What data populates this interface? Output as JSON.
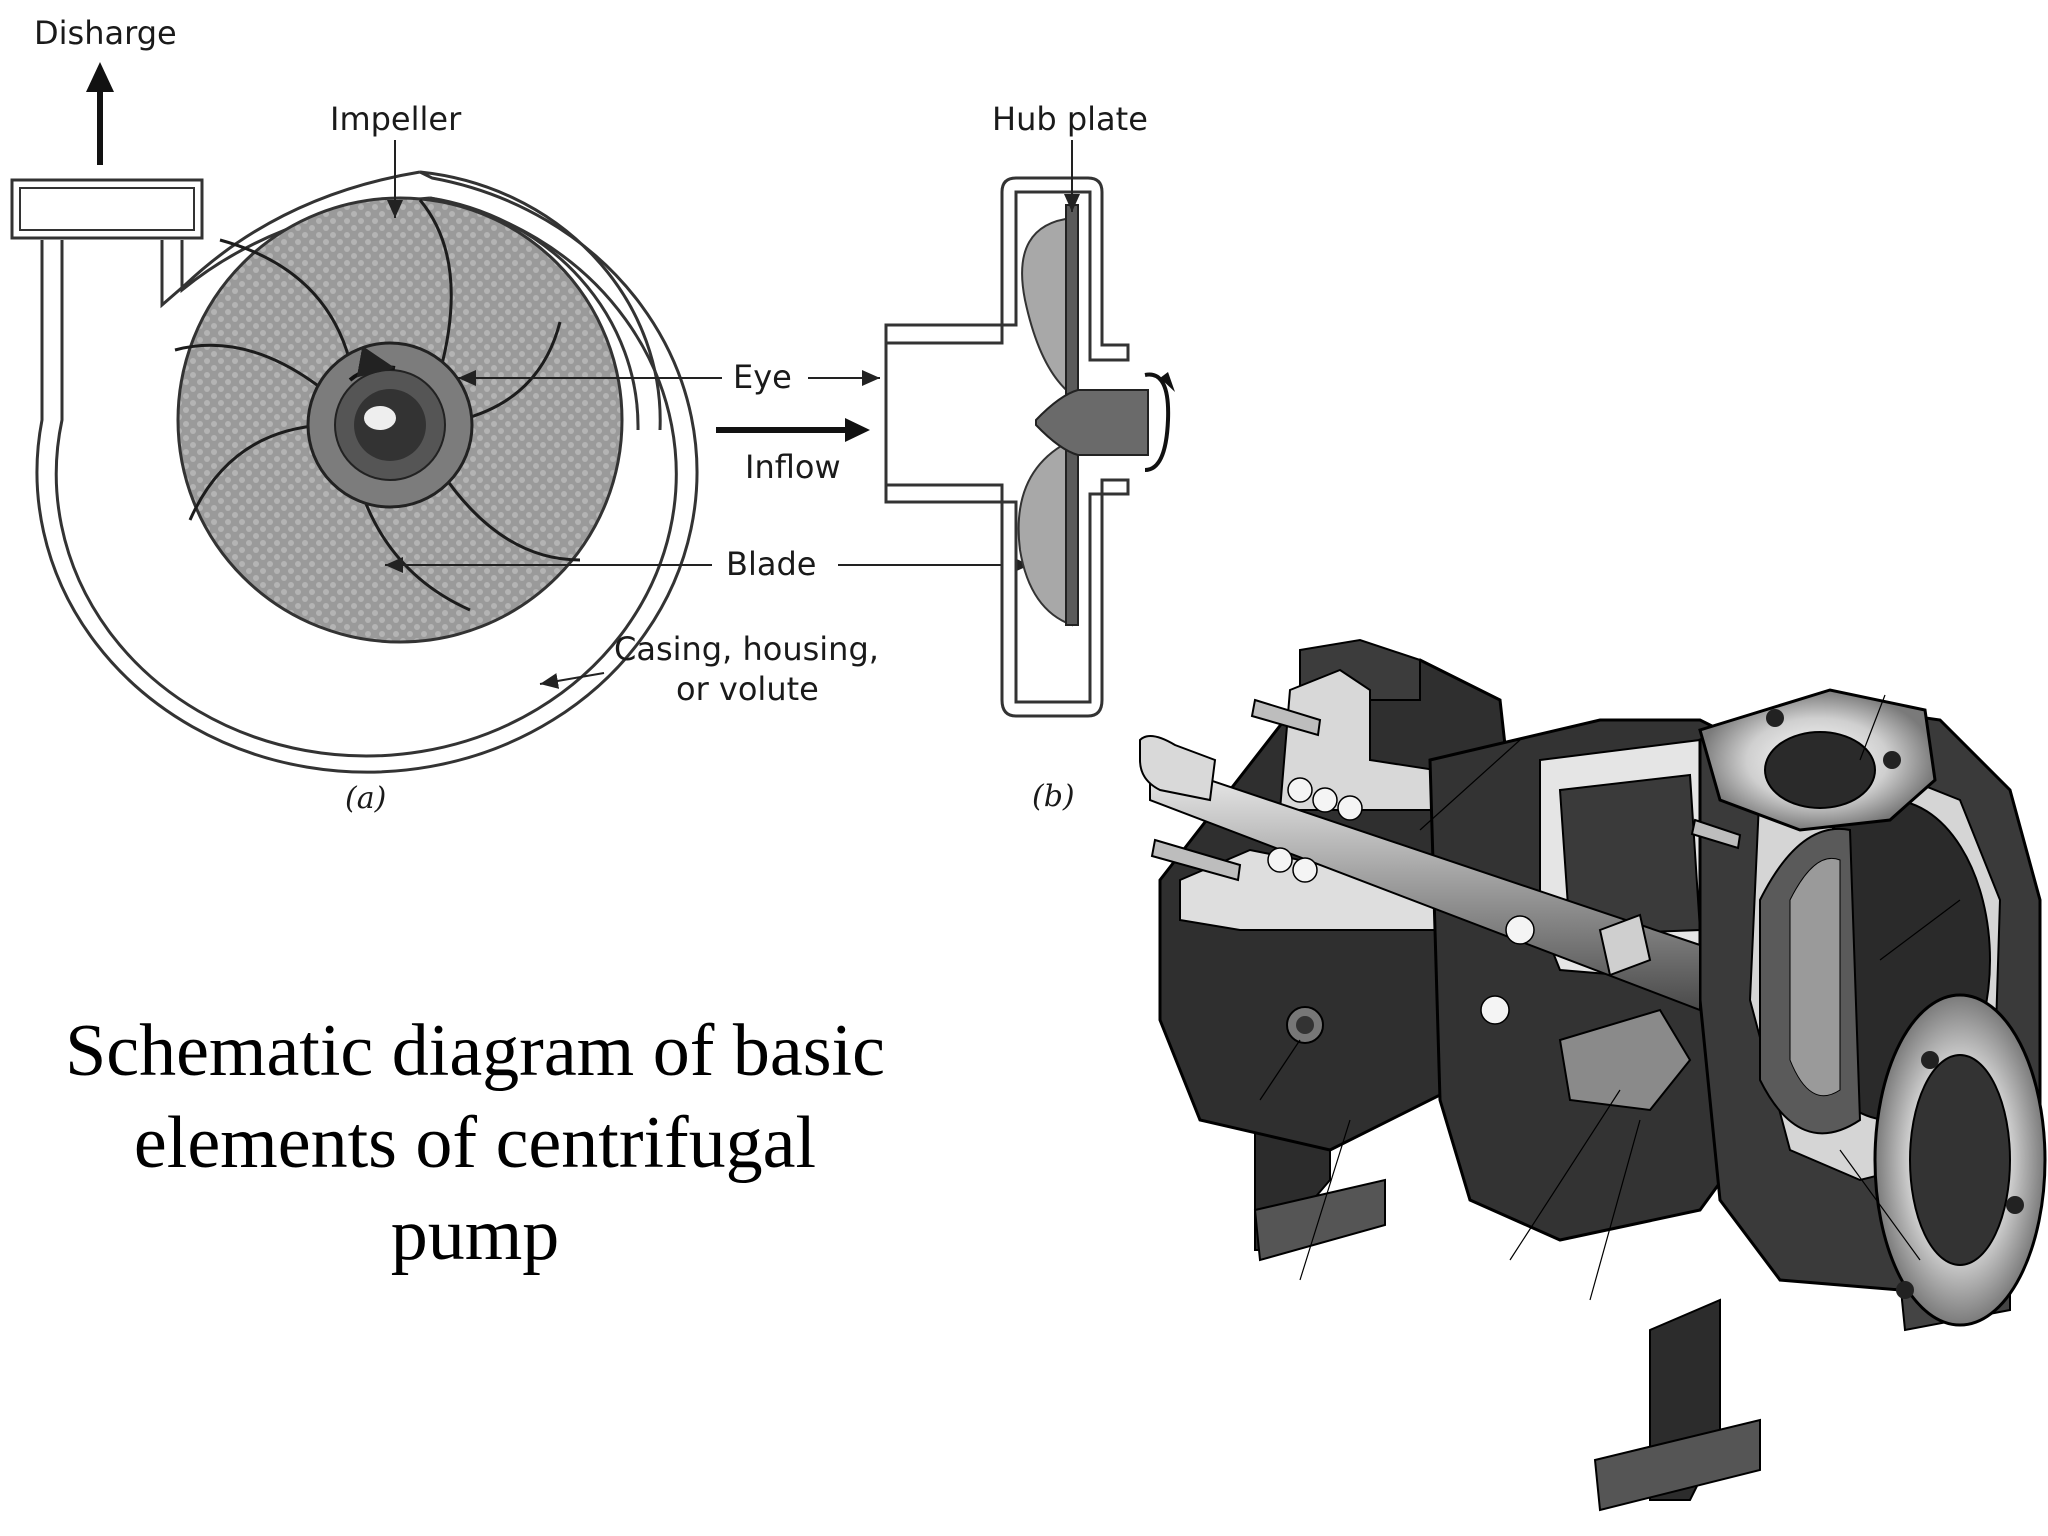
{
  "figure_a": {
    "labels": {
      "discharge": "Disharge",
      "impeller": "Impeller",
      "eye": "Eye",
      "inflow": "Inflow",
      "blade": "Blade",
      "casing_line1": "Casing, housing,",
      "casing_line2": "or volute"
    },
    "sublabel": "(a)"
  },
  "figure_b": {
    "labels": {
      "hub_plate": "Hub plate"
    },
    "sublabel": "(b)"
  },
  "caption": {
    "line1": "Schematic diagram of basic",
    "line2": "elements of centrifugal",
    "line3": "pump"
  }
}
